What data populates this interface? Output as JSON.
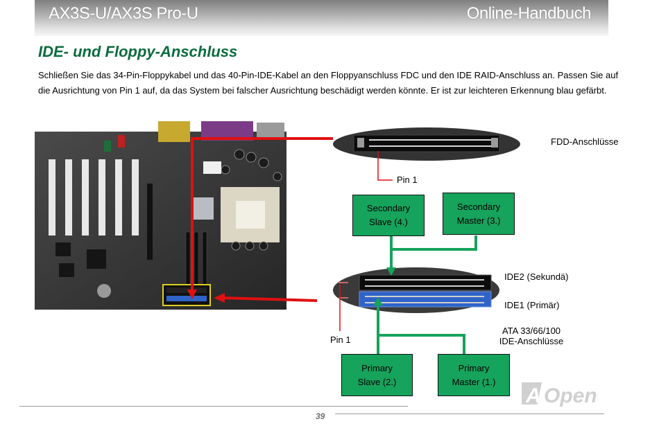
{
  "header": {
    "left_title": "AX3S-U/AX3S Pro-U",
    "right_title": "Online-Handbuch"
  },
  "title": "IDE- und Floppy-Anschluss",
  "paragraph": "Schließen Sie das 34-Pin-Floppykabel und das 40-Pin-IDE-Kabel an den Floppyanschluss FDC und den IDE RAID-Anschluss an. Passen Sie auf die Ausrichtung von Pin 1 auf, da das System bei falscher Ausrichtung beschädigt werden könnte. Er ist zur leichteren Erkennung blau gefärbt.",
  "labels": {
    "fdd_connectors": "FDD-Anschlüsse",
    "pin1_top": "Pin 1",
    "ide2": "IDE2 (Sekundä)",
    "ide1": "IDE1 (Primär)",
    "ata_line1": "ATA 33/66/100",
    "ata_line2": "IDE-Anschlüsse",
    "pin1_bottom": "Pin 1"
  },
  "boxes": {
    "secondary_slave": {
      "line1": "Secondary",
      "line2": "Slave (4.)"
    },
    "secondary_master": {
      "line1": "Secondary",
      "line2": "Master (3.)"
    },
    "primary_slave": {
      "line1": "Primary",
      "line2": "Slave (2.)"
    },
    "primary_master": {
      "line1": "Primary",
      "line2": "Master (1.)"
    }
  },
  "footer": {
    "page_number": "39",
    "logo_text": "AOpen"
  },
  "colors": {
    "title_green": "#0b6c3e",
    "box_green": "#16a35c",
    "ide1_blue": "#2f63c8",
    "arrow_red": "#e01010"
  }
}
